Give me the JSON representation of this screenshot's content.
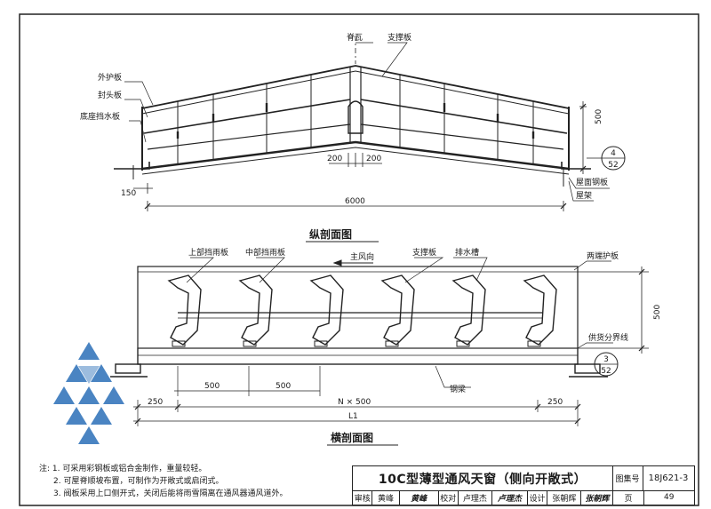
{
  "drawing": {
    "longitudinal": {
      "labels": {
        "ridge_tile": "脊瓦",
        "support_plate_top": "支撑板",
        "outer_guard": "外护板",
        "end_plate": "封头板",
        "base_flashing": "底座挡水板",
        "roof_steel_plate": "屋面钢板",
        "roof_frame": "屋架"
      },
      "dims": {
        "height": "500",
        "ridge_left": "200",
        "ridge_right": "200",
        "overhang": "150",
        "total": "6000"
      },
      "callout": {
        "top": "4",
        "bottom": "52"
      },
      "caption": "纵剖面图"
    },
    "cross": {
      "labels": {
        "upper_rain_plate": "上部挡雨板",
        "middle_rain_plate": "中部挡雨板",
        "wind_direction": "主风向",
        "support_plate": "支撑板",
        "drain_gutter": "排水槽",
        "end_guard": "两端护板",
        "supply_boundary": "供货分界线",
        "steel_beam": "钢梁"
      },
      "dims": {
        "height": "500",
        "pitch_a": "500",
        "pitch_b": "500",
        "end_left": "250",
        "middle": "N × 500",
        "end_right": "250",
        "length": "L1"
      },
      "callout": {
        "top": "3",
        "bottom": "52"
      },
      "caption": "横剖面图"
    }
  },
  "notes": {
    "label": "注:",
    "items": [
      "1. 可采用彩钢板或铝合金制作，重量较轻。",
      "2. 可屋脊顺坡布置，可制作为开敞式或启闭式。",
      "3. 阀板采用上口侧开式，关闭后能将雨雪隔离在通风器通风道外。"
    ]
  },
  "title_block": {
    "title": "10C型薄型通风天窗（侧向开敞式）",
    "atlas_label": "图集号",
    "atlas_no": "18J621-3",
    "review_label": "审核",
    "reviewer": "黄峰",
    "reviewer_sig": "黄峰",
    "check_label": "校对",
    "checker": "卢理杰",
    "checker_sig": "卢理杰",
    "design_label": "设计",
    "designer": "张朝辉",
    "designer_sig": "张朝辉",
    "page_label": "页",
    "page_no": "49"
  },
  "colors": {
    "ink": "#1a1a1a",
    "logo": "#2b6fb8"
  }
}
